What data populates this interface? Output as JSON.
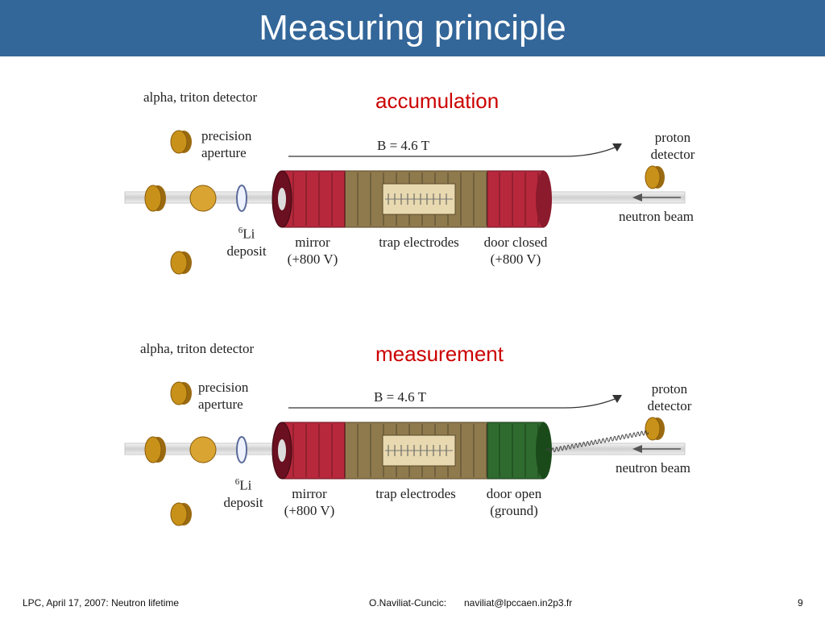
{
  "title": "Measuring principle",
  "colors": {
    "header": "#336699",
    "stage_label": "#cc0000",
    "mirror": "#b8283c",
    "electrodes": "#8f7a4e",
    "door_closed": "#b8283c",
    "door_open": "#2f6b2f",
    "detector": "#c8921a"
  },
  "panels": [
    {
      "stage": "accumulation",
      "detector_label": "alpha, triton detector",
      "aperture_label": "precision aperture",
      "field_label": "B = 4.6 T",
      "proton_label": "proton detector",
      "beam_label": "neutron beam",
      "li_sup": "6",
      "li_label": "Li",
      "deposit_label": "deposit",
      "mirror_label": "mirror",
      "mirror_voltage": "(+800 V)",
      "electrodes_label": "trap electrodes",
      "door_label": "door closed",
      "door_voltage": "(+800 V)",
      "door_state": "closed"
    },
    {
      "stage": "measurement",
      "detector_label": "alpha, triton detector",
      "aperture_label": "precision aperture",
      "field_label": "B = 4.6 T",
      "proton_label": "proton detector",
      "beam_label": "neutron beam",
      "li_sup": "6",
      "li_label": "Li",
      "deposit_label": "deposit",
      "mirror_label": "mirror",
      "mirror_voltage": "(+800 V)",
      "electrodes_label": "trap electrodes",
      "door_label": "door open",
      "door_voltage": "(ground)",
      "door_state": "open"
    }
  ],
  "footer": {
    "left": "LPC, April 17, 2007: Neutron lifetime",
    "author": "O.Naviliat-Cuncic:",
    "email": "naviliat@lpccaen.in2p3.fr",
    "page": "9"
  }
}
